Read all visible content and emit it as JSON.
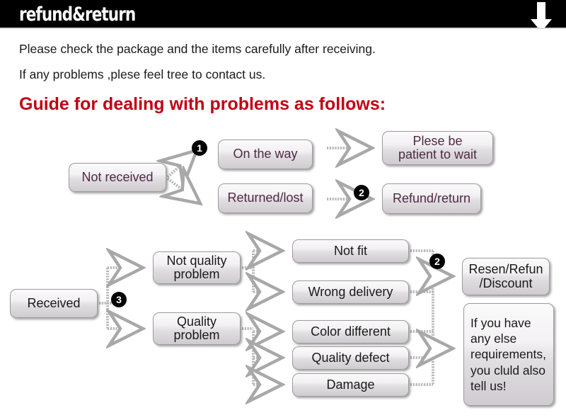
{
  "header": {
    "title": "refund&return",
    "arrow_icon": "down-arrow-icon"
  },
  "intro": {
    "line1": "Please check the package and the items carefully after receiving.",
    "line2": "If any problems ,plese feel tree to contact us.",
    "guide_title": "Guide for dealing with problems as follows:"
  },
  "colors": {
    "banner_background": "#000000",
    "banner_text": "#ffffff",
    "guide_title": "#c00013",
    "node_text_dark": "#1a1a1a",
    "node_text_purple": "#4e2a46",
    "badge_background": "#000000",
    "connector": "#b3b3b3"
  },
  "flow_not_received": {
    "source": "Not received",
    "branch_1": "On the way",
    "branch_2": "Returned/lost",
    "result_1": "Plese be patient to wait",
    "result_1_lines": [
      "Plese be",
      "patient to wait"
    ],
    "result_2": "Refund/return",
    "badge_1": "❶",
    "badge_1_number": "1",
    "badge_2": "❷",
    "badge_2_number": "2"
  },
  "flow_received": {
    "source": "Received",
    "badge_3_number": "3",
    "badge_2_number": "2",
    "category_1": "Not quality problem",
    "category_1_lines": [
      "Not quality",
      "problem"
    ],
    "category_2": "Quality problem",
    "category_2_lines": [
      "Quality",
      "problem"
    ],
    "issues_not_quality": [
      "Not fit",
      "Wrong delivery"
    ],
    "issues_quality": [
      "Color different",
      "Quality defect",
      "Damage"
    ],
    "result_1": "Resen/Refun /Discount",
    "result_1_lines": [
      "Resen/Refun",
      "/Discount"
    ],
    "result_2": "If you have any else requirements, you cluld also tell us!",
    "result_2_lines": [
      "If you have",
      "any else",
      "requirements,",
      "you cluld also",
      "tell us!"
    ]
  }
}
